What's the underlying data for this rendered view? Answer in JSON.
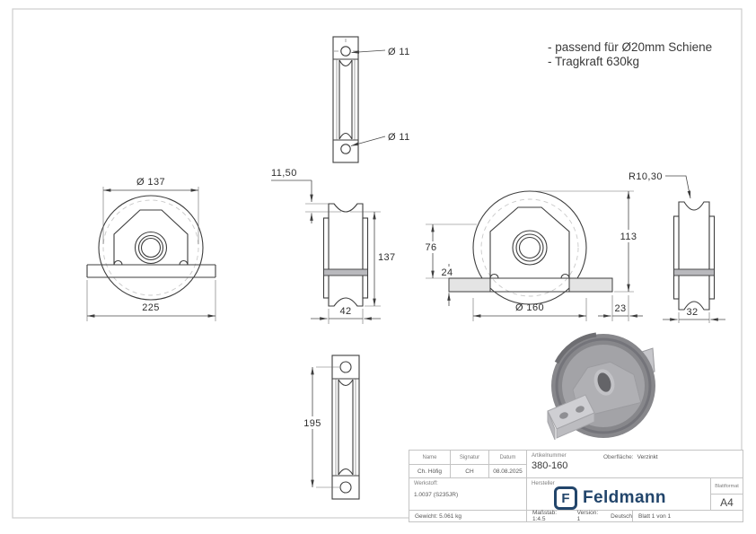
{
  "notes": {
    "line1": "- passend für Ø20mm Schiene",
    "line2": "- Tragkraft 630kg"
  },
  "dims": {
    "hole_top": "Ø 11",
    "hole_bottom": "Ø 11",
    "front_diameter": "Ø 137",
    "front_plate_width": "225",
    "side_groove_depth": "11,50",
    "side_height": "137",
    "side_width": "42",
    "rear_height_to_plate": "76",
    "rear_plate_thickness": "24",
    "rear_total_height": "113",
    "rear_diameter": "Ø 160",
    "rear_offset": "23",
    "profile_groove_radius": "R10,30",
    "profile_width": "32",
    "bottom_hole_spacing": "195"
  },
  "title_block": {
    "name_label": "Name",
    "signature_label": "Signatur",
    "date_label": "Datum",
    "name_value": "Ch. Höfig",
    "signature_value": "CH",
    "date_value": "08.08.2025",
    "article_label": "Artikelnummer",
    "article_number": "380-160",
    "surface_label": "Oberfläche:",
    "surface_value": "Verzinkt",
    "material_label": "Werkstoff:",
    "material_value": "1.0037 (S235JR)",
    "manufacturer_label": "Hersteller",
    "brand_initial": "F",
    "brand_name": "Feldmann",
    "sheet_format_label": "Blattformat",
    "sheet_format_value": "A4",
    "weight": "Gewicht: 5.061 kg",
    "scale": "Maßstab: 1:4.5",
    "version": "Version: 1",
    "language": "Deutsch",
    "sheet": "Blatt 1 von 1"
  },
  "colors": {
    "line": "#3e3e3e",
    "frame": "#cdcdcd",
    "dash": "#c9c9c9",
    "brand_navy": "#22456b",
    "plate_shade": "#b9b9bd",
    "render_gray": "#9b9b9f"
  }
}
